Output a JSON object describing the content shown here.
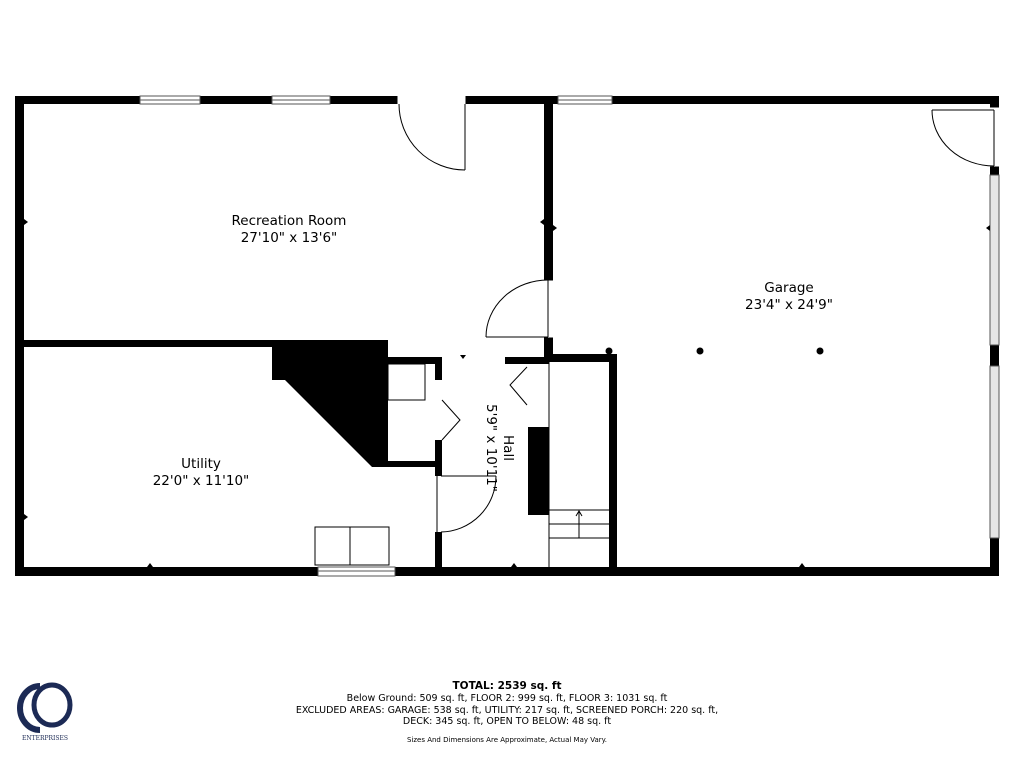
{
  "rooms": [
    {
      "name": "Recreation Room",
      "dims": "27'10\" x 13'6\""
    },
    {
      "name": "Garage",
      "dims": "23'4\" x 24'9\""
    },
    {
      "name": "Utility",
      "dims": "22'0\" x 11'10\""
    },
    {
      "name": "Hall",
      "dims": "5'9\" x 10'11\""
    }
  ],
  "footer": {
    "total": "TOTAL: 2539 sq. ft",
    "line1": "Below Ground: 509 sq. ft, FLOOR 2: 999 sq. ft, FLOOR 3: 1031 sq. ft",
    "line2": "EXCLUDED AREAS: GARAGE: 538 sq. ft, UTILITY: 217 sq. ft, SCREENED PORCH: 220 sq. ft,",
    "line3": "DECK: 345 sq. ft, OPEN TO BELOW: 48 sq. ft",
    "note": "Sizes And Dimensions Are Approximate, Actual May Vary."
  },
  "logo": {
    "text": "ENTERPRISES",
    "color": "#1c2a55"
  },
  "colors": {
    "wall": "#000000",
    "window": "#d9d9d9"
  }
}
